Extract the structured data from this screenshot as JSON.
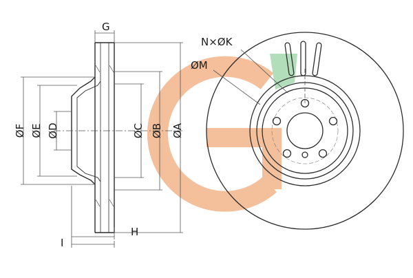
{
  "colors": {
    "line": "#2b2b2b",
    "thin_line": "#555555",
    "watermark_orange": "#f3b48a",
    "watermark_green": "#8fd19a"
  },
  "watermark": {
    "shape": "stylized-G-logo"
  },
  "section_view": {
    "label_G": "G",
    "label_F": "ØF",
    "label_E": "ØE",
    "label_D": "ØD",
    "label_C": "ØC",
    "label_B": "ØB",
    "label_A": "ØA",
    "label_H": "H",
    "label_I": "I"
  },
  "front_view": {
    "label_NK": "N×ØK",
    "label_M": "ØM"
  }
}
